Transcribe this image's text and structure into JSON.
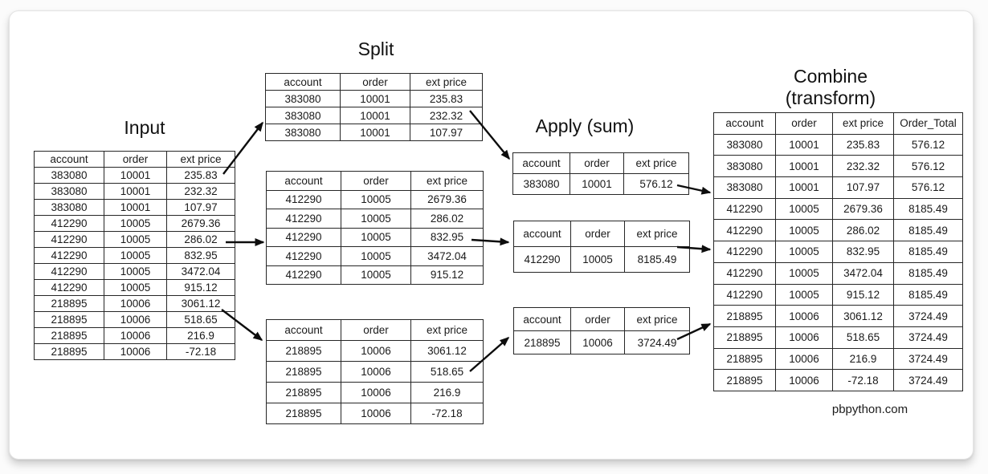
{
  "watermark": "pbpython.com",
  "stages": {
    "input": {
      "title": "Input",
      "table": {
        "columns": [
          "account",
          "order",
          "ext price"
        ],
        "rows": [
          [
            "383080",
            "10001",
            "235.83"
          ],
          [
            "383080",
            "10001",
            "232.32"
          ],
          [
            "383080",
            "10001",
            "107.97"
          ],
          [
            "412290",
            "10005",
            "2679.36"
          ],
          [
            "412290",
            "10005",
            "286.02"
          ],
          [
            "412290",
            "10005",
            "832.95"
          ],
          [
            "412290",
            "10005",
            "3472.04"
          ],
          [
            "412290",
            "10005",
            "915.12"
          ],
          [
            "218895",
            "10006",
            "3061.12"
          ],
          [
            "218895",
            "10006",
            "518.65"
          ],
          [
            "218895",
            "10006",
            "216.9"
          ],
          [
            "218895",
            "10006",
            "-72.18"
          ]
        ]
      }
    },
    "split": {
      "title": "Split",
      "tables": [
        {
          "columns": [
            "account",
            "order",
            "ext price"
          ],
          "rows": [
            [
              "383080",
              "10001",
              "235.83"
            ],
            [
              "383080",
              "10001",
              "232.32"
            ],
            [
              "383080",
              "10001",
              "107.97"
            ]
          ]
        },
        {
          "columns": [
            "account",
            "order",
            "ext price"
          ],
          "rows": [
            [
              "412290",
              "10005",
              "2679.36"
            ],
            [
              "412290",
              "10005",
              "286.02"
            ],
            [
              "412290",
              "10005",
              "832.95"
            ],
            [
              "412290",
              "10005",
              "3472.04"
            ],
            [
              "412290",
              "10005",
              "915.12"
            ]
          ]
        },
        {
          "columns": [
            "account",
            "order",
            "ext price"
          ],
          "rows": [
            [
              "218895",
              "10006",
              "3061.12"
            ],
            [
              "218895",
              "10006",
              "518.65"
            ],
            [
              "218895",
              "10006",
              "216.9"
            ],
            [
              "218895",
              "10006",
              "-72.18"
            ]
          ]
        }
      ]
    },
    "apply": {
      "title": "Apply (sum)",
      "tables": [
        {
          "columns": [
            "account",
            "order",
            "ext price"
          ],
          "rows": [
            [
              "383080",
              "10001",
              "576.12"
            ]
          ]
        },
        {
          "columns": [
            "account",
            "order",
            "ext price"
          ],
          "rows": [
            [
              "412290",
              "10005",
              "8185.49"
            ]
          ]
        },
        {
          "columns": [
            "account",
            "order",
            "ext price"
          ],
          "rows": [
            [
              "218895",
              "10006",
              "3724.49"
            ]
          ]
        }
      ]
    },
    "combine": {
      "title_line1": "Combine",
      "title_line2": "(transform)",
      "table": {
        "columns": [
          "account",
          "order",
          "ext price",
          "Order_Total"
        ],
        "rows": [
          [
            "383080",
            "10001",
            "235.83",
            "576.12"
          ],
          [
            "383080",
            "10001",
            "232.32",
            "576.12"
          ],
          [
            "383080",
            "10001",
            "107.97",
            "576.12"
          ],
          [
            "412290",
            "10005",
            "2679.36",
            "8185.49"
          ],
          [
            "412290",
            "10005",
            "286.02",
            "8185.49"
          ],
          [
            "412290",
            "10005",
            "832.95",
            "8185.49"
          ],
          [
            "412290",
            "10005",
            "3472.04",
            "8185.49"
          ],
          [
            "412290",
            "10005",
            "915.12",
            "8185.49"
          ],
          [
            "218895",
            "10006",
            "3061.12",
            "3724.49"
          ],
          [
            "218895",
            "10006",
            "518.65",
            "3724.49"
          ],
          [
            "218895",
            "10006",
            "216.9",
            "3724.49"
          ],
          [
            "218895",
            "10006",
            "-72.18",
            "3724.49"
          ]
        ]
      }
    }
  }
}
